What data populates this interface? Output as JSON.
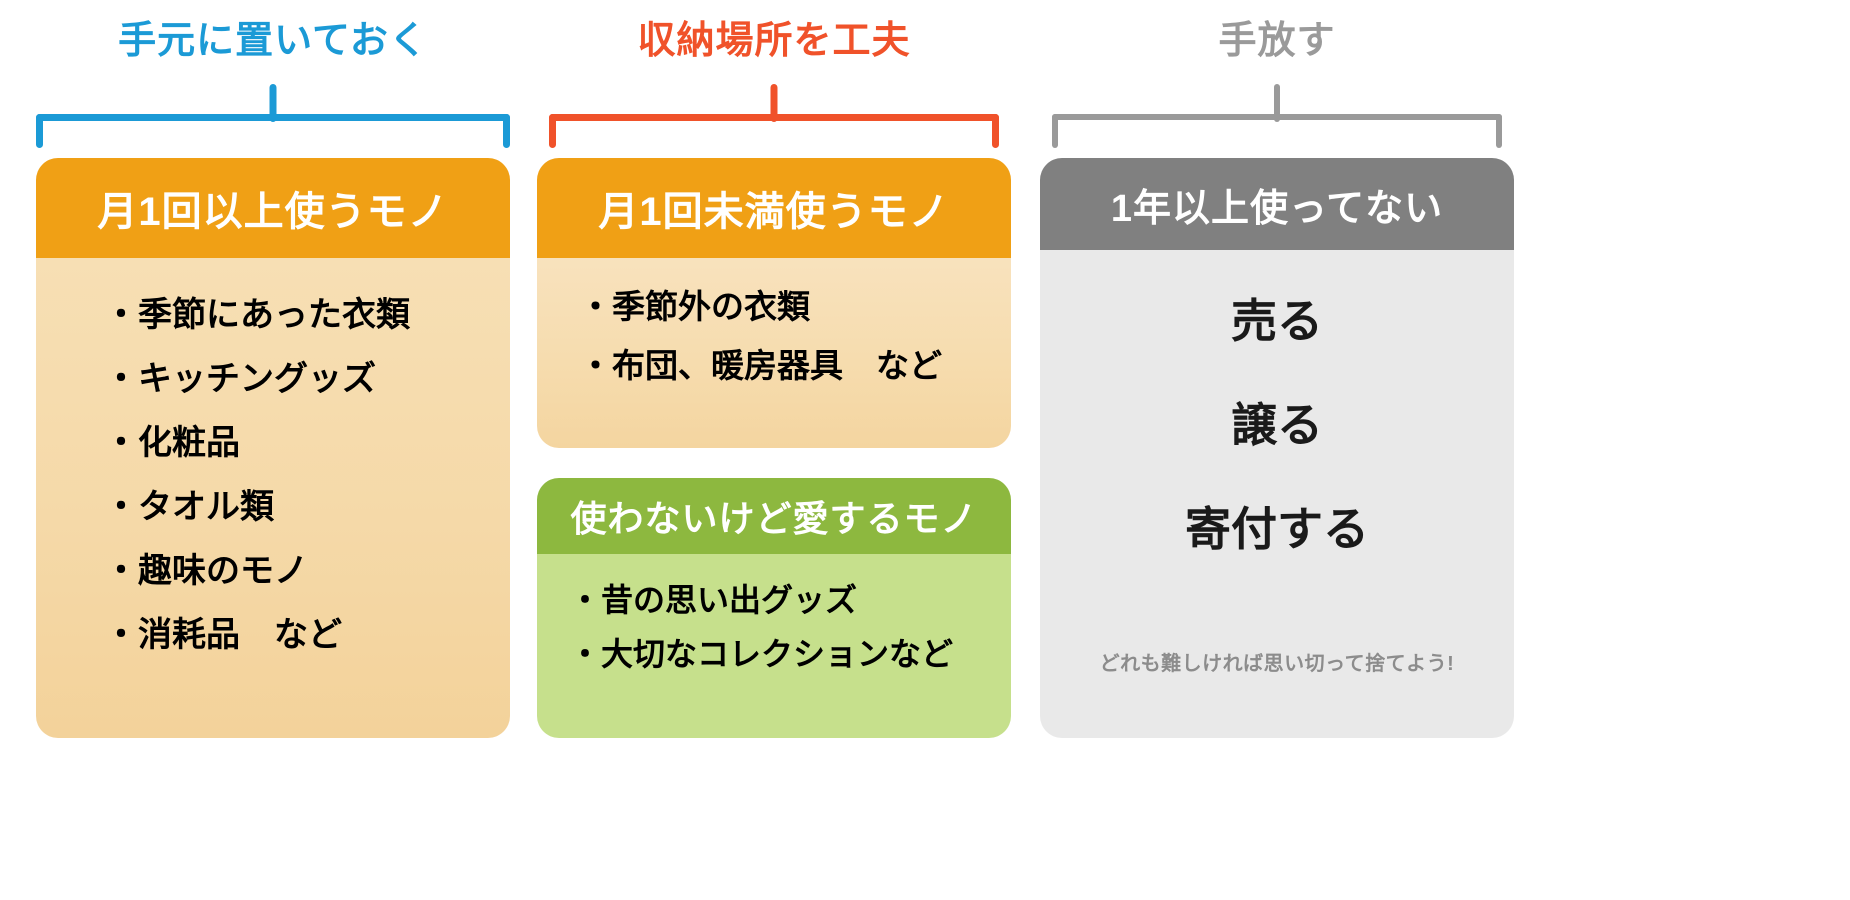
{
  "groups": [
    {
      "id": "keep-at-hand",
      "label": "手元に置いておく",
      "color": "#1B9AD6",
      "thickness": 7
    },
    {
      "id": "store-cleverly",
      "label": "収納場所を工夫",
      "color": "#F0522A",
      "thickness": 7
    },
    {
      "id": "let-go",
      "label": "手放す",
      "color": "#9A9A9A",
      "thickness": 6
    }
  ],
  "cards": {
    "monthly_plus": {
      "title": "月1回以上使うモノ",
      "header_color": "#F0A015",
      "body_color": "#F5D9A8",
      "items": [
        "・季節にあった衣類",
        "・キッチングッズ",
        "・化粧品",
        "・タオル類",
        "・趣味のモノ",
        "・消耗品　など"
      ]
    },
    "monthly_less": {
      "title": "月1回未満使うモノ",
      "header_color": "#F0A015",
      "body_color": "#F6DCAE",
      "items": [
        "・季節外の衣類",
        "・布団、暖房器具　など"
      ]
    },
    "loved": {
      "title": "使わないけど愛するモノ",
      "header_color": "#8DB83F",
      "body_color": "#C6E08C",
      "items": [
        "・昔の思い出グッズ",
        "・大切なコレクションなど"
      ]
    },
    "unused": {
      "title": "1年以上使ってない",
      "header_color": "#808080",
      "body_color": "#E9E9E9",
      "actions": [
        "売る",
        "譲る",
        "寄付する"
      ],
      "footnote": "どれも難しければ思い切って捨てよう!"
    }
  }
}
